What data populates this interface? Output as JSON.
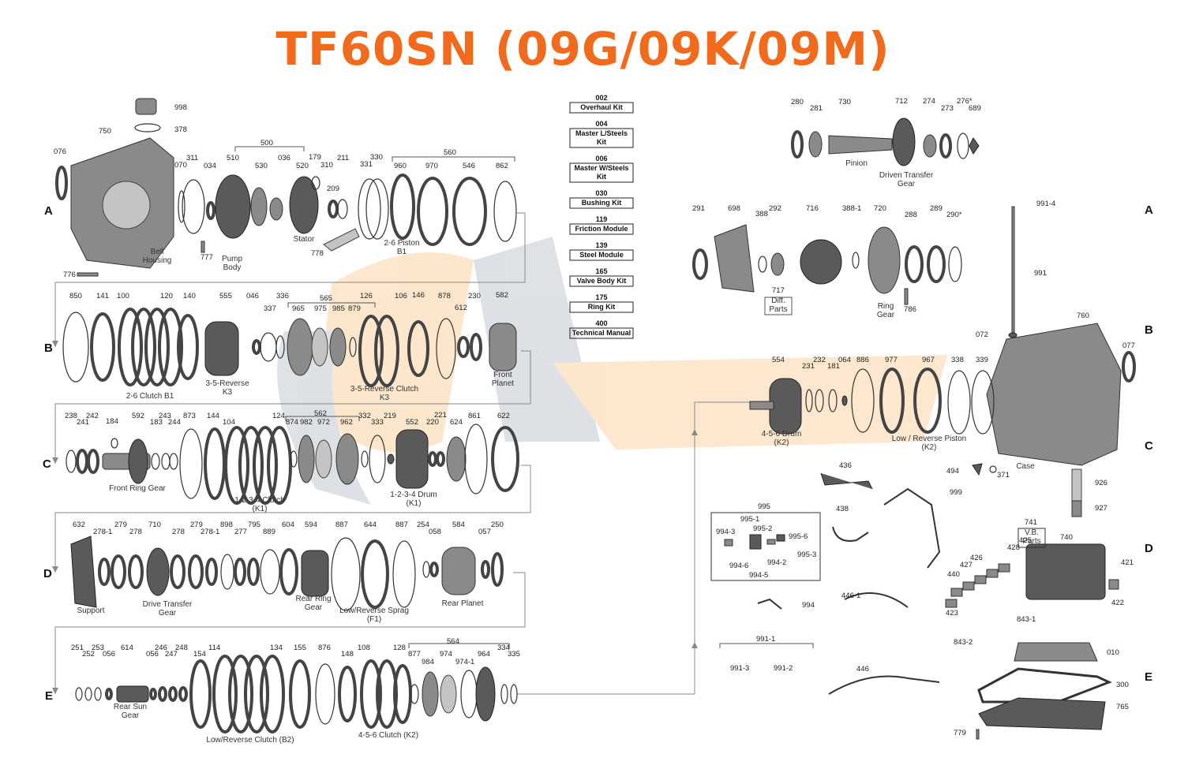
{
  "title": "TF60SN (09G/09K/09M)",
  "row_letters_left": [
    "A",
    "B",
    "C",
    "D",
    "E"
  ],
  "row_letters_right": [
    "A",
    "B",
    "C",
    "D",
    "E"
  ],
  "kits": [
    {
      "num": "002",
      "name": "Overhaul Kit"
    },
    {
      "num": "004",
      "name": "Master L/Steels Kit"
    },
    {
      "num": "006",
      "name": "Master W/Steels Kit"
    },
    {
      "num": "030",
      "name": "Bushing Kit"
    },
    {
      "num": "119",
      "name": "Friction Module"
    },
    {
      "num": "139",
      "name": "Steel Module"
    },
    {
      "num": "165",
      "name": "Valve Body Kit"
    },
    {
      "num": "175",
      "name": "Ring Kit"
    },
    {
      "num": "400",
      "name": "Technical Manual"
    }
  ],
  "part_numbers": [
    "998",
    "378",
    "750",
    "076",
    "070",
    "311",
    "034",
    "510",
    "500",
    "530",
    "036",
    "520",
    "179",
    "310",
    "211",
    "209",
    "330",
    "331",
    "560",
    "960",
    "970",
    "546",
    "862",
    "777",
    "778",
    "776",
    "850",
    "141",
    "100",
    "120",
    "140",
    "555",
    "046",
    "337",
    "336",
    "565",
    "965",
    "975",
    "985",
    "879",
    "126",
    "106",
    "146",
    "878",
    "612",
    "230",
    "582",
    "238",
    "241",
    "242",
    "184",
    "592",
    "183",
    "243",
    "244",
    "873",
    "144",
    "104",
    "124",
    "562",
    "874",
    "982",
    "972",
    "962",
    "332",
    "333",
    "219",
    "552",
    "221",
    "220",
    "624",
    "861",
    "622",
    "632",
    "278-1",
    "279",
    "278",
    "710",
    "278",
    "279",
    "278-1",
    "898",
    "277",
    "795",
    "889",
    "604",
    "594",
    "887",
    "644",
    "887",
    "254",
    "058",
    "584",
    "057",
    "250",
    "251",
    "252",
    "253",
    "056",
    "614",
    "056",
    "246",
    "247",
    "248",
    "154",
    "114",
    "134",
    "155",
    "876",
    "148",
    "108",
    "128",
    "564",
    "877",
    "984",
    "974",
    "974-1",
    "964",
    "334",
    "335",
    "280",
    "281",
    "730",
    "712",
    "274",
    "273",
    "276*",
    "689",
    "291",
    "698",
    "388",
    "292",
    "716",
    "388-1",
    "720",
    "288",
    "289",
    "290*",
    "717",
    "786",
    "991-4",
    "991",
    "072",
    "760",
    "077",
    "554",
    "231",
    "232",
    "181",
    "064",
    "886",
    "977",
    "967",
    "338",
    "339",
    "494",
    "371",
    "926",
    "927",
    "436",
    "438",
    "999",
    "995",
    "995-1",
    "995-2",
    "994-3",
    "995-6",
    "995-3",
    "994-2",
    "994-6",
    "994-5",
    "741",
    "740",
    "425",
    "428",
    "426",
    "427",
    "440",
    "421",
    "422",
    "423",
    "843-1",
    "994",
    "446-1",
    "843-2",
    "010",
    "991-1",
    "991-3",
    "991-2",
    "446",
    "300",
    "765",
    "779"
  ],
  "component_names": [
    "Bell Housing",
    "Pump Body",
    "Stator",
    "2-6 Piston B1",
    "2-6 Clutch B1",
    "3-5-Reverse K3",
    "3-5-Reverse Clutch K3",
    "Front Planet",
    "Front Ring Gear",
    "1-2-3-4 Clutch (K1)",
    "1-2-3-4 Drum (K1)",
    "Support",
    "Drive Transfer Gear",
    "Rear Ring Gear",
    "Low/Reverse Sprag (F1)",
    "Rear Planet",
    "Rear Sun Gear",
    "Low/Reverse Clutch (B2)",
    "4-5-6 Clutch (K2)",
    "Pinion",
    "Driven Transfer Gear",
    "Diff. Parts",
    "Ring Gear",
    "Case",
    "4-5-6 Drum (K2)",
    "Low / Reverse Piston (K2)",
    "V.B. Parts"
  ],
  "colors": {
    "title": "#f26a1b",
    "watermark": "#f7a13b",
    "watermark_grey": "#7a8a99"
  }
}
